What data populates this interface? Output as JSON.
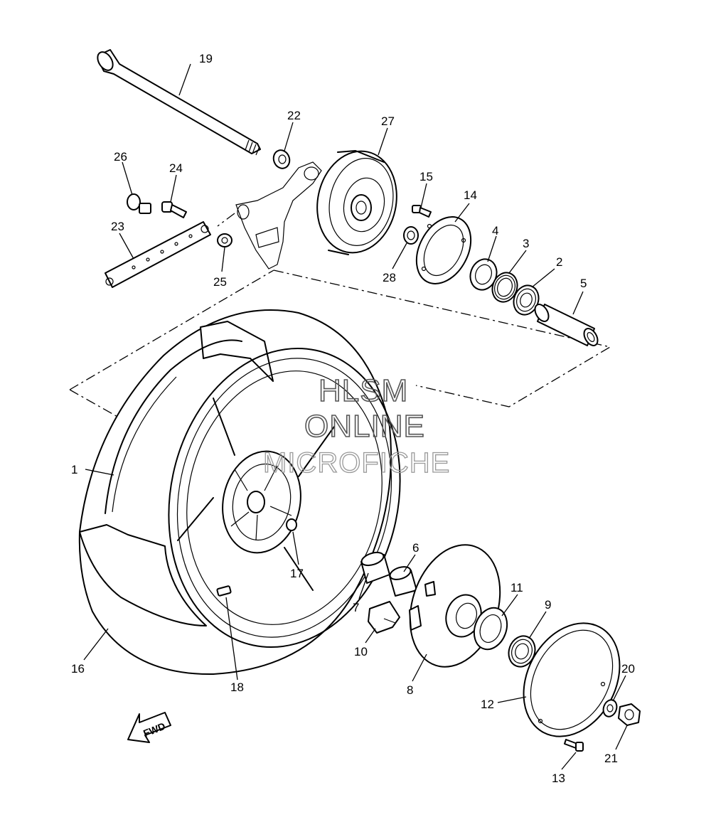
{
  "watermark": {
    "line1": "HLSM",
    "line2": "ONLINE",
    "line3": "MICROFICHE"
  },
  "fwd_label": "FWD",
  "callouts": {
    "c1": "1",
    "c2": "2",
    "c3": "3",
    "c4": "4",
    "c5": "5",
    "c6": "6",
    "c7": "7",
    "c8": "8",
    "c9": "9",
    "c10": "10",
    "c11": "11",
    "c12": "12",
    "c13": "13",
    "c14": "14",
    "c15": "15",
    "c16": "16",
    "c17": "17",
    "c18": "18",
    "c19": "19",
    "c20": "20",
    "c21": "21",
    "c22": "22",
    "c23": "23",
    "c24": "24",
    "c25": "25",
    "c26": "26",
    "c27": "27",
    "c28": "28"
  }
}
